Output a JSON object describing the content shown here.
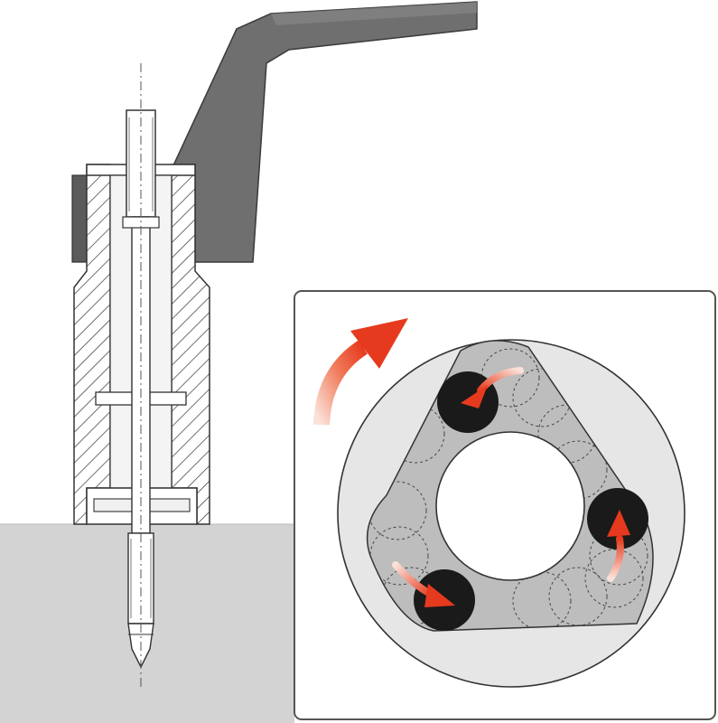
{
  "diagram": {
    "colors": {
      "background": "#ffffff",
      "table": "#d3d3d3",
      "lever": "#6f6f6f",
      "lever_outline": "#3a3a3a",
      "outline": "#333333",
      "bore_fill": "#eeeeee",
      "inset_border": "#555555",
      "disk_fill": "#e6e6e6",
      "cam_fill": "#bdbdbd",
      "ball_fill": "#1a1a1a",
      "arrow_red": "#e63a1e",
      "arrow_pale": "#fbe2d8"
    },
    "icons": {
      "lever": "clamping-lever-icon",
      "bushing": "threaded-bushing-icon",
      "stud": "threaded-stud-icon",
      "rotation_arrow": "curved-rotation-arrow-icon",
      "ball": "locking-ball-icon",
      "ball_arrow": "ball-movement-arrow-icon"
    },
    "inset": {
      "balls": 3,
      "ghost_ball_positions": 12,
      "rotation": "clockwise"
    }
  }
}
